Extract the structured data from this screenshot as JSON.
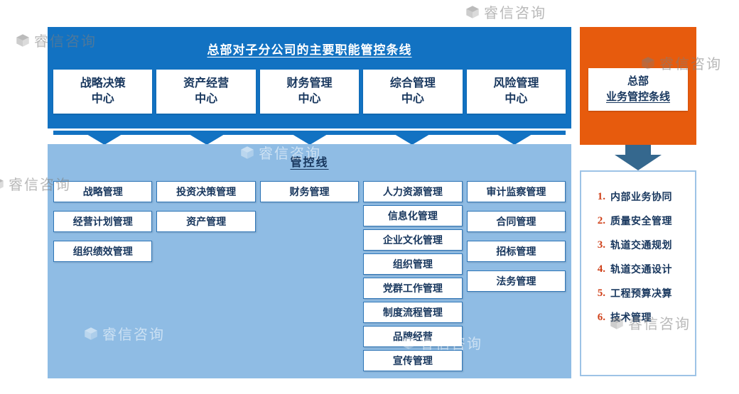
{
  "watermark": {
    "text": "睿信咨询"
  },
  "banner": {
    "title": "总部对子分公司的主要职能管控条线",
    "centers": [
      "战略决策\n中心",
      "资产经营\n中心",
      "财务管理\n中心",
      "综合管理\n中心",
      "风险管理\n中心"
    ]
  },
  "control_line": {
    "title": "管控线",
    "columns": [
      [
        "战略管理",
        "经营计划管理",
        "组织绩效管理"
      ],
      [
        "投资决策管理",
        "资产管理"
      ],
      [
        "财务管理"
      ],
      [
        "人力资源管理",
        "信息化管理",
        "企业文化管理",
        "组织管理",
        "党群工作管理",
        "制度流程管理",
        "品牌经营",
        "宣传管理"
      ],
      [
        "审计监察管理",
        "合同管理",
        "招标管理",
        "法务管理"
      ]
    ]
  },
  "hq": {
    "line1": "总部",
    "line2": "业务管控条线",
    "items": [
      {
        "num": "1.",
        "text": "内部业务协同"
      },
      {
        "num": "2.",
        "text": "质量安全管理"
      },
      {
        "num": "3.",
        "text": "轨道交通规划"
      },
      {
        "num": "4.",
        "text": "轨道交通设计"
      },
      {
        "num": "5.",
        "text": "工程预算决算"
      },
      {
        "num": "6.",
        "text": "技术管理"
      }
    ]
  },
  "colors": {
    "banner_blue": "#1272C2",
    "panel_light_blue": "#8FBCE4",
    "orange": "#E75B0D",
    "slate_arrow": "#35688E",
    "text_navy": "#17365D",
    "item_border_blue": "#2E75B6",
    "list_number_red": "#D0421B"
  }
}
